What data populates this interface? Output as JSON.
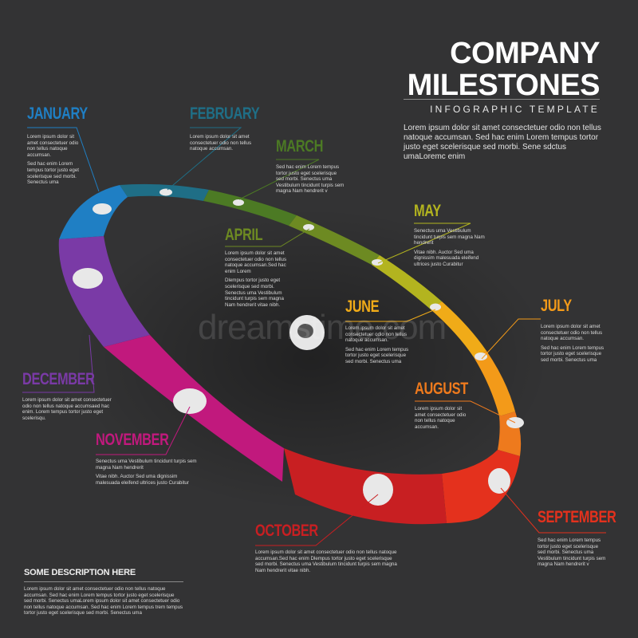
{
  "header": {
    "title_line1": "COMPANY",
    "title_line2": "MILESTONES",
    "subtitle": "INFOGRAPHIC TEMPLATE",
    "intro": "Lorem ipsum dolor sit amet consectetuer odio non tellus natoque accumsan. Sed hac enim Lorem tempus tortor justo eget scelerisque sed morbi. Sene sdctus umaLoremc enim"
  },
  "colors": {
    "background": "#333334",
    "january": "#1f7fc4",
    "february": "#1f6e86",
    "march": "#4c7a24",
    "april": "#6d8a22",
    "may": "#b3b41f",
    "june": "#f0ab18",
    "july": "#f39a19",
    "august": "#ee7a1d",
    "september": "#e4311d",
    "october": "#c81f22",
    "november": "#c1197d",
    "december": "#7a3aa6"
  },
  "months": [
    {
      "name": "JANUARY",
      "p1": "Lorem ipsum dolor sit amet consectetuer odio non tellus natoque accumsan.",
      "p2": "Sed hac enim Lorem tempus tortor justo eget scelerisque sed morbi. Senectus uma"
    },
    {
      "name": "FEBRUARY",
      "p1": "Lorem ipsum dolor sit amet consectetuer odio non tellus natoque accumsan.",
      "p2": ""
    },
    {
      "name": "MARCH",
      "p1": "Sed hac enim Lorem tempus tortor justo eget scelerisque sed morbi. Senectus uma Vestibulum tincidunt turpis sem magna Nam hendrerit v",
      "p2": ""
    },
    {
      "name": "APRIL",
      "p1": "Lorem ipsum dolor sit amet consectetuer odio non tellus natoque accumsan.Sed hac enim Lorem",
      "p2": "Dlempus tortor justo eget scelerisque sed morbi. Senectus uma Vestibulum tincidunt turpis sem magna Nam hendrerit vitae nibh."
    },
    {
      "name": "MAY",
      "p1": "Senectus uma Vestibulum tincidunt turpis sem magna Nam hendrerit",
      "p2": "Vitae nibh. Auctor Sed uma dignissim malesuada eleifend ultrices justo Curabitur"
    },
    {
      "name": "JUNE",
      "p1": "Lorem ipsum dolor sit amet consectetuer odio non tellus natoque accumsan.",
      "p2": "Sed hac enim Lorem tempus tortor justo eget scelerisque sed morbi. Senectus uma"
    },
    {
      "name": "JULY",
      "p1": "Lorem ipsum dolor sit amet consectetuer odio non tellus natoque accumsan.",
      "p2": "Sed hac enim Lorem tempus tortor justo eget scelerisque sed morbi. Senectus uma"
    },
    {
      "name": "AUGUST",
      "p1": "Lorem ipsum dolor sit amet consectetuer odio non tellus natoque accumsan.",
      "p2": ""
    },
    {
      "name": "SEPTEMBER",
      "p1": "Sed hac enim Lorem tempus tortor justo eget scelerisque sed morbi. Senectus uma Vestibulum tincidunt turpis sem magna Nam hendrerit v",
      "p2": ""
    },
    {
      "name": "OCTOBER",
      "p1": "Lorem ipsum dolor sit amet consectetuer odio non tellus natoque accumsan.Sed hac enim Dlempus tortor justo eget scelerisque sed morbi. Senectus uma Vestibulum tincidunt turpis sem magna Nam hendrerit vitae nibh.",
      "p2": ""
    },
    {
      "name": "NOVEMBER",
      "p1": "Senectus uma Vestibulum tincidunt turpis sem magna Nam hendrerit",
      "p2": "Vitae nibh. Auctor Sed uma dignissim malesuada eleifend ultrices justo Curabitur"
    },
    {
      "name": "DECEMBER",
      "p1": "Lorem ipsum dolor sit amet consectetuer odio non tellus natoque accumsaed hac enim. Lorem tempus tortor justo eget scelerisqu.",
      "p2": ""
    }
  ],
  "footer": {
    "title": "SOME DESCRIPTION HERE",
    "text": "Lorem ipsum dolor sit amet consectetuer odio non tellus natoque accumsan. Sed hac enim Lorem tempus tortor justo eget scelerisque sed morbi. Senectus umaLorem ipsum dolor sit amet consectetuer odio non tellus natoque accumsan. Sed hac enim Lorem tempus trem tempus tortor justo eget scelerisque sed morbi. Senectus uma"
  },
  "watermark": "dreamstime.com"
}
